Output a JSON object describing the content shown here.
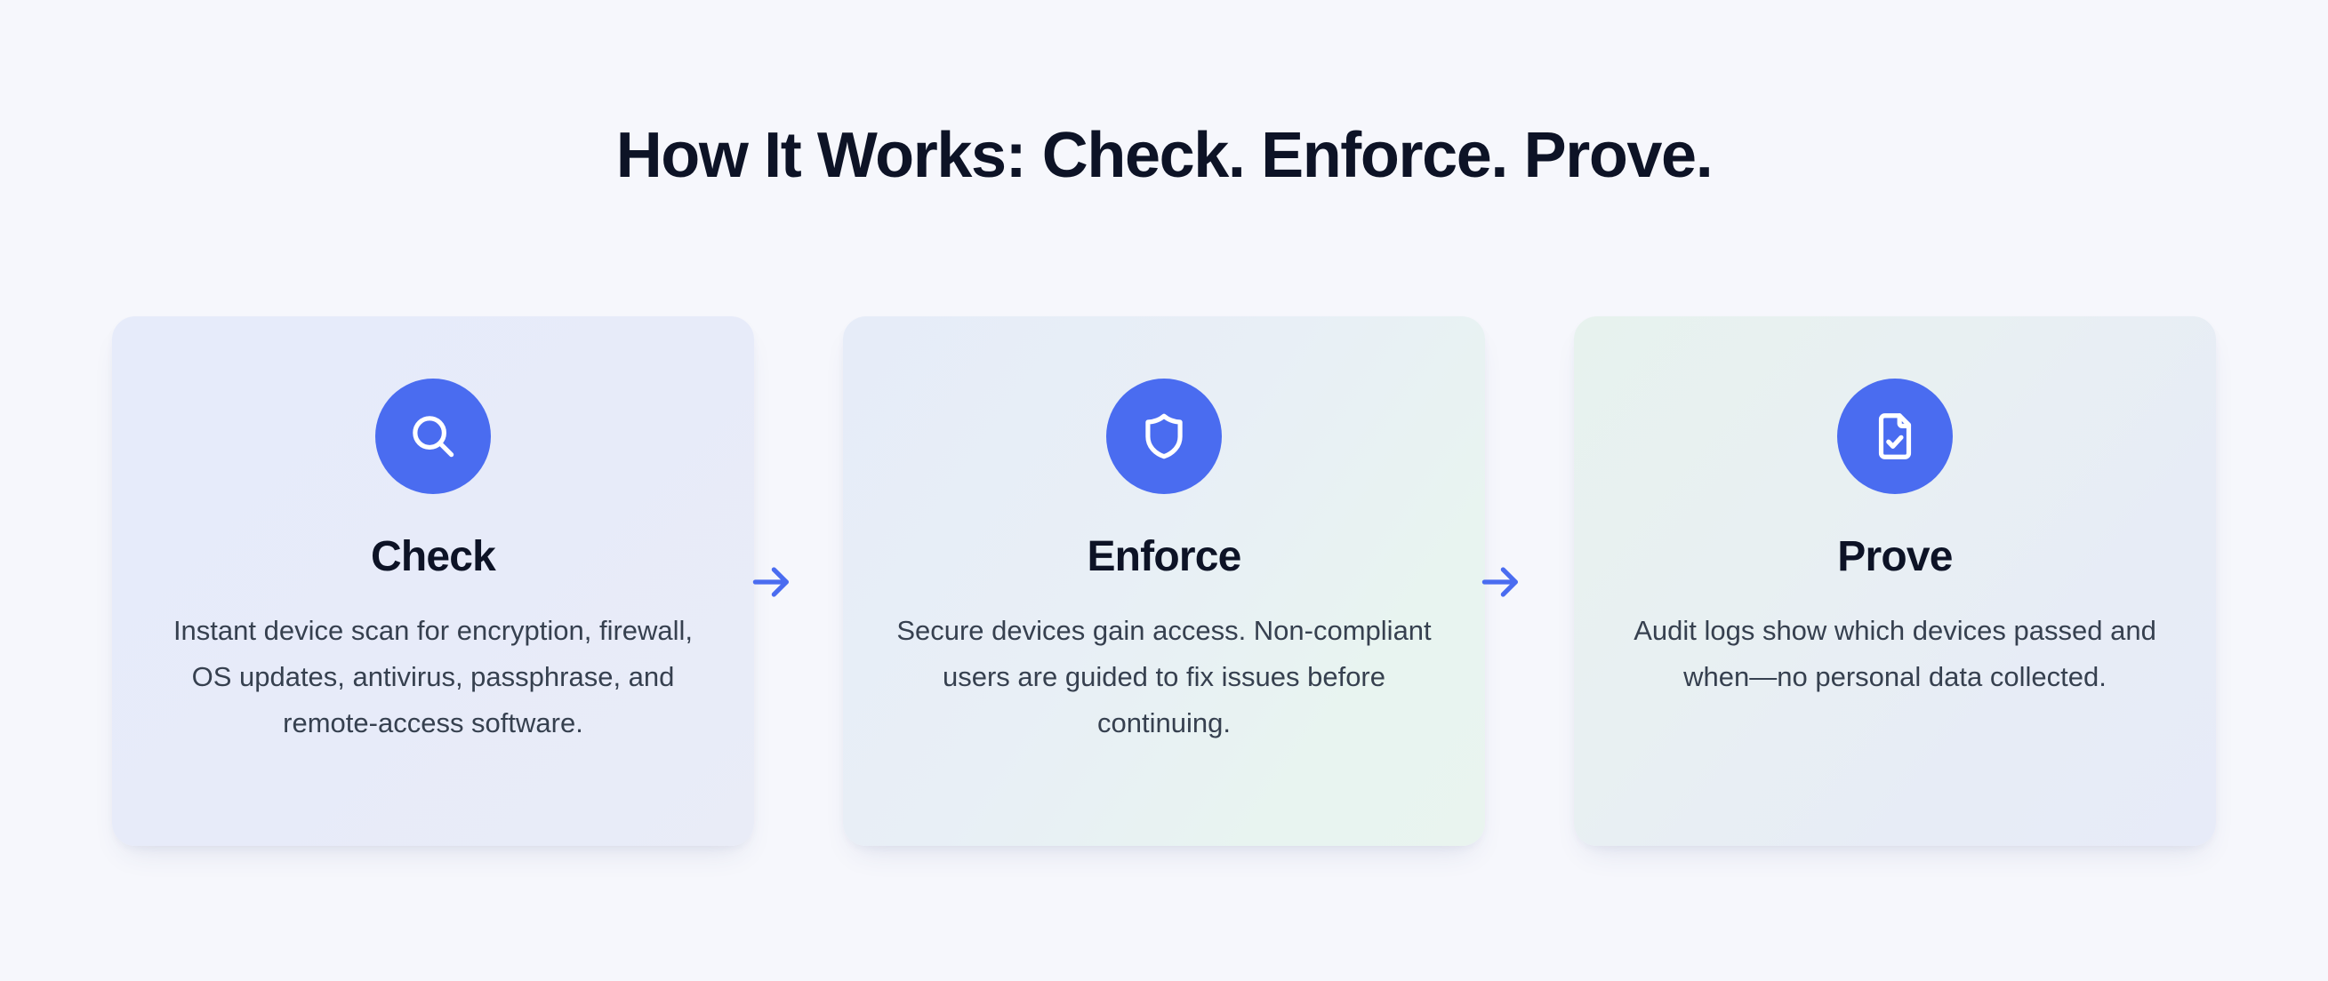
{
  "section": {
    "title": "How It Works: Check. Enforce. Prove.",
    "background_color": "#f6f7fc",
    "accent_color": "#4a6cf0",
    "heading_color": "#0d1326",
    "body_color": "#36404f"
  },
  "steps": [
    {
      "icon": "search-icon",
      "title": "Check",
      "description": "Instant device scan for encryption, firewall, OS updates, antivirus, passphrase, and remote-access software.",
      "card_color": "#e6ebfa"
    },
    {
      "icon": "shield-icon",
      "title": "Enforce",
      "description": "Secure devices gain access. Non-compliant users are guided to fix issues before continuing.",
      "card_color": "#e8eff6"
    },
    {
      "icon": "document-check-icon",
      "title": "Prove",
      "description": "Audit logs show which devices passed and when—no personal data collected.",
      "card_color": "#e7f2ee"
    }
  ],
  "connectors": [
    {
      "icon": "arrow-right-icon"
    },
    {
      "icon": "arrow-right-icon"
    }
  ]
}
